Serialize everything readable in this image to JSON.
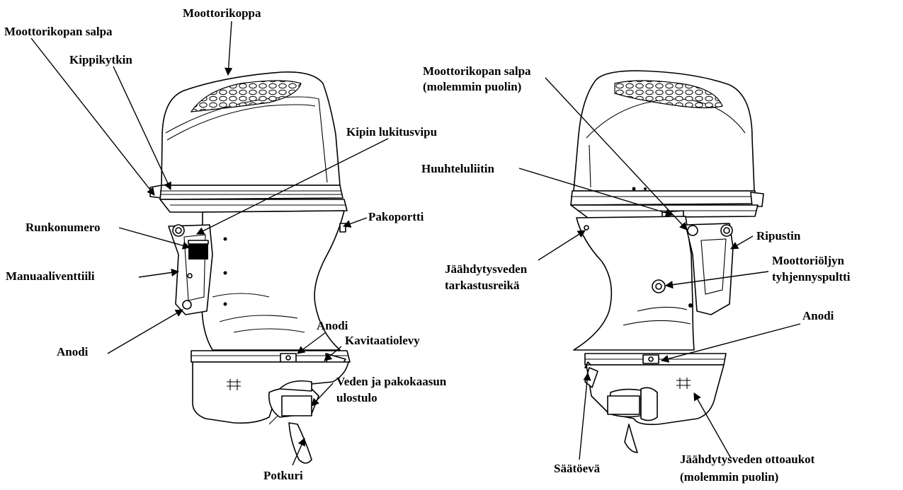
{
  "labels": {
    "left": {
      "cowl": "Moottorikoppa",
      "cowl_latch": "Moottorikopan salpa",
      "tilt_switch": "Kippikytkin",
      "tilt_lock": "Kipin lukitusvipu",
      "serial": "Runkonumero",
      "manual_valve": "Manuaaliventtiili",
      "anode_left": "Anodi",
      "exhaust_port": "Pakoportti",
      "anode_center": "Anodi",
      "cavitation_plate": "Kavitaatiolevy",
      "water_exhaust_outlet_line1": "Veden ja pakokaasun",
      "water_exhaust_outlet_line2": "ulostulo",
      "propeller": "Potkuri"
    },
    "right": {
      "cowl_latch_line1": "Moottorikopan salpa",
      "cowl_latch_line2": "(molemmin puolin)",
      "flush_connector": "Huuhteluliitin",
      "cooling_check_line1": "Jäähdytysveden",
      "cooling_check_line2": "tarkastusreikä",
      "hanger": "Ripustin",
      "oil_drain_line1": "Moottoriöljyn",
      "oil_drain_line2": "tyhjennyspultti",
      "anode": "Anodi",
      "trim_tab": "Säätöevä",
      "water_intake_line1": "Jäähdytysveden ottoaukot",
      "water_intake_line2": "(molemmin puolin)"
    }
  }
}
